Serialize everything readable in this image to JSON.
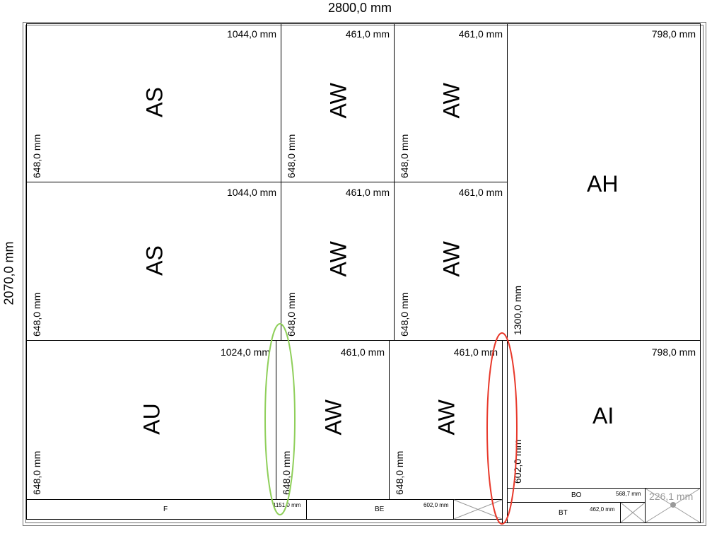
{
  "dims": {
    "overall_width": "2800,0 mm",
    "overall_height": "2070,0 mm"
  },
  "panels": {
    "r1c1": {
      "code": "AS",
      "width": "1044,0 mm",
      "height": "648,0 mm"
    },
    "r1c2": {
      "code": "AW",
      "width": "461,0 mm",
      "height": "648,0 mm"
    },
    "r1c3": {
      "code": "AW",
      "width": "461,0 mm",
      "height": "648,0 mm"
    },
    "ah": {
      "code": "AH",
      "width": "798,0 mm",
      "height": "1300,0 mm"
    },
    "r2c1": {
      "code": "AS",
      "width": "1044,0 mm",
      "height": "648,0 mm"
    },
    "r2c2": {
      "code": "AW",
      "width": "461,0 mm",
      "height": "648,0 mm"
    },
    "r2c3": {
      "code": "AW",
      "width": "461,0 mm",
      "height": "648,0 mm"
    },
    "r3c1": {
      "code": "AU",
      "width": "1024,0 mm",
      "height": "648,0 mm"
    },
    "r3c2": {
      "code": "AW",
      "width": "461,0 mm",
      "height": "648,0 mm"
    },
    "r3c3": {
      "code": "AW",
      "width": "461,0 mm",
      "height": "648,0 mm"
    },
    "ai": {
      "code": "AI",
      "width": "798,0 mm",
      "height": "602,0 mm"
    }
  },
  "strips": {
    "f": {
      "code": "F",
      "width": "1151,0 mm"
    },
    "be": {
      "code": "BE",
      "width": "602,0 mm"
    },
    "bo": {
      "code": "BO",
      "width": "568,7 mm"
    },
    "bt": {
      "code": "BT",
      "width": "462,0 mm"
    },
    "offcut": {
      "width": "226,1 mm"
    }
  },
  "highlights": {
    "green_color": "#8fcf5a",
    "red_color": "#e8392b"
  }
}
